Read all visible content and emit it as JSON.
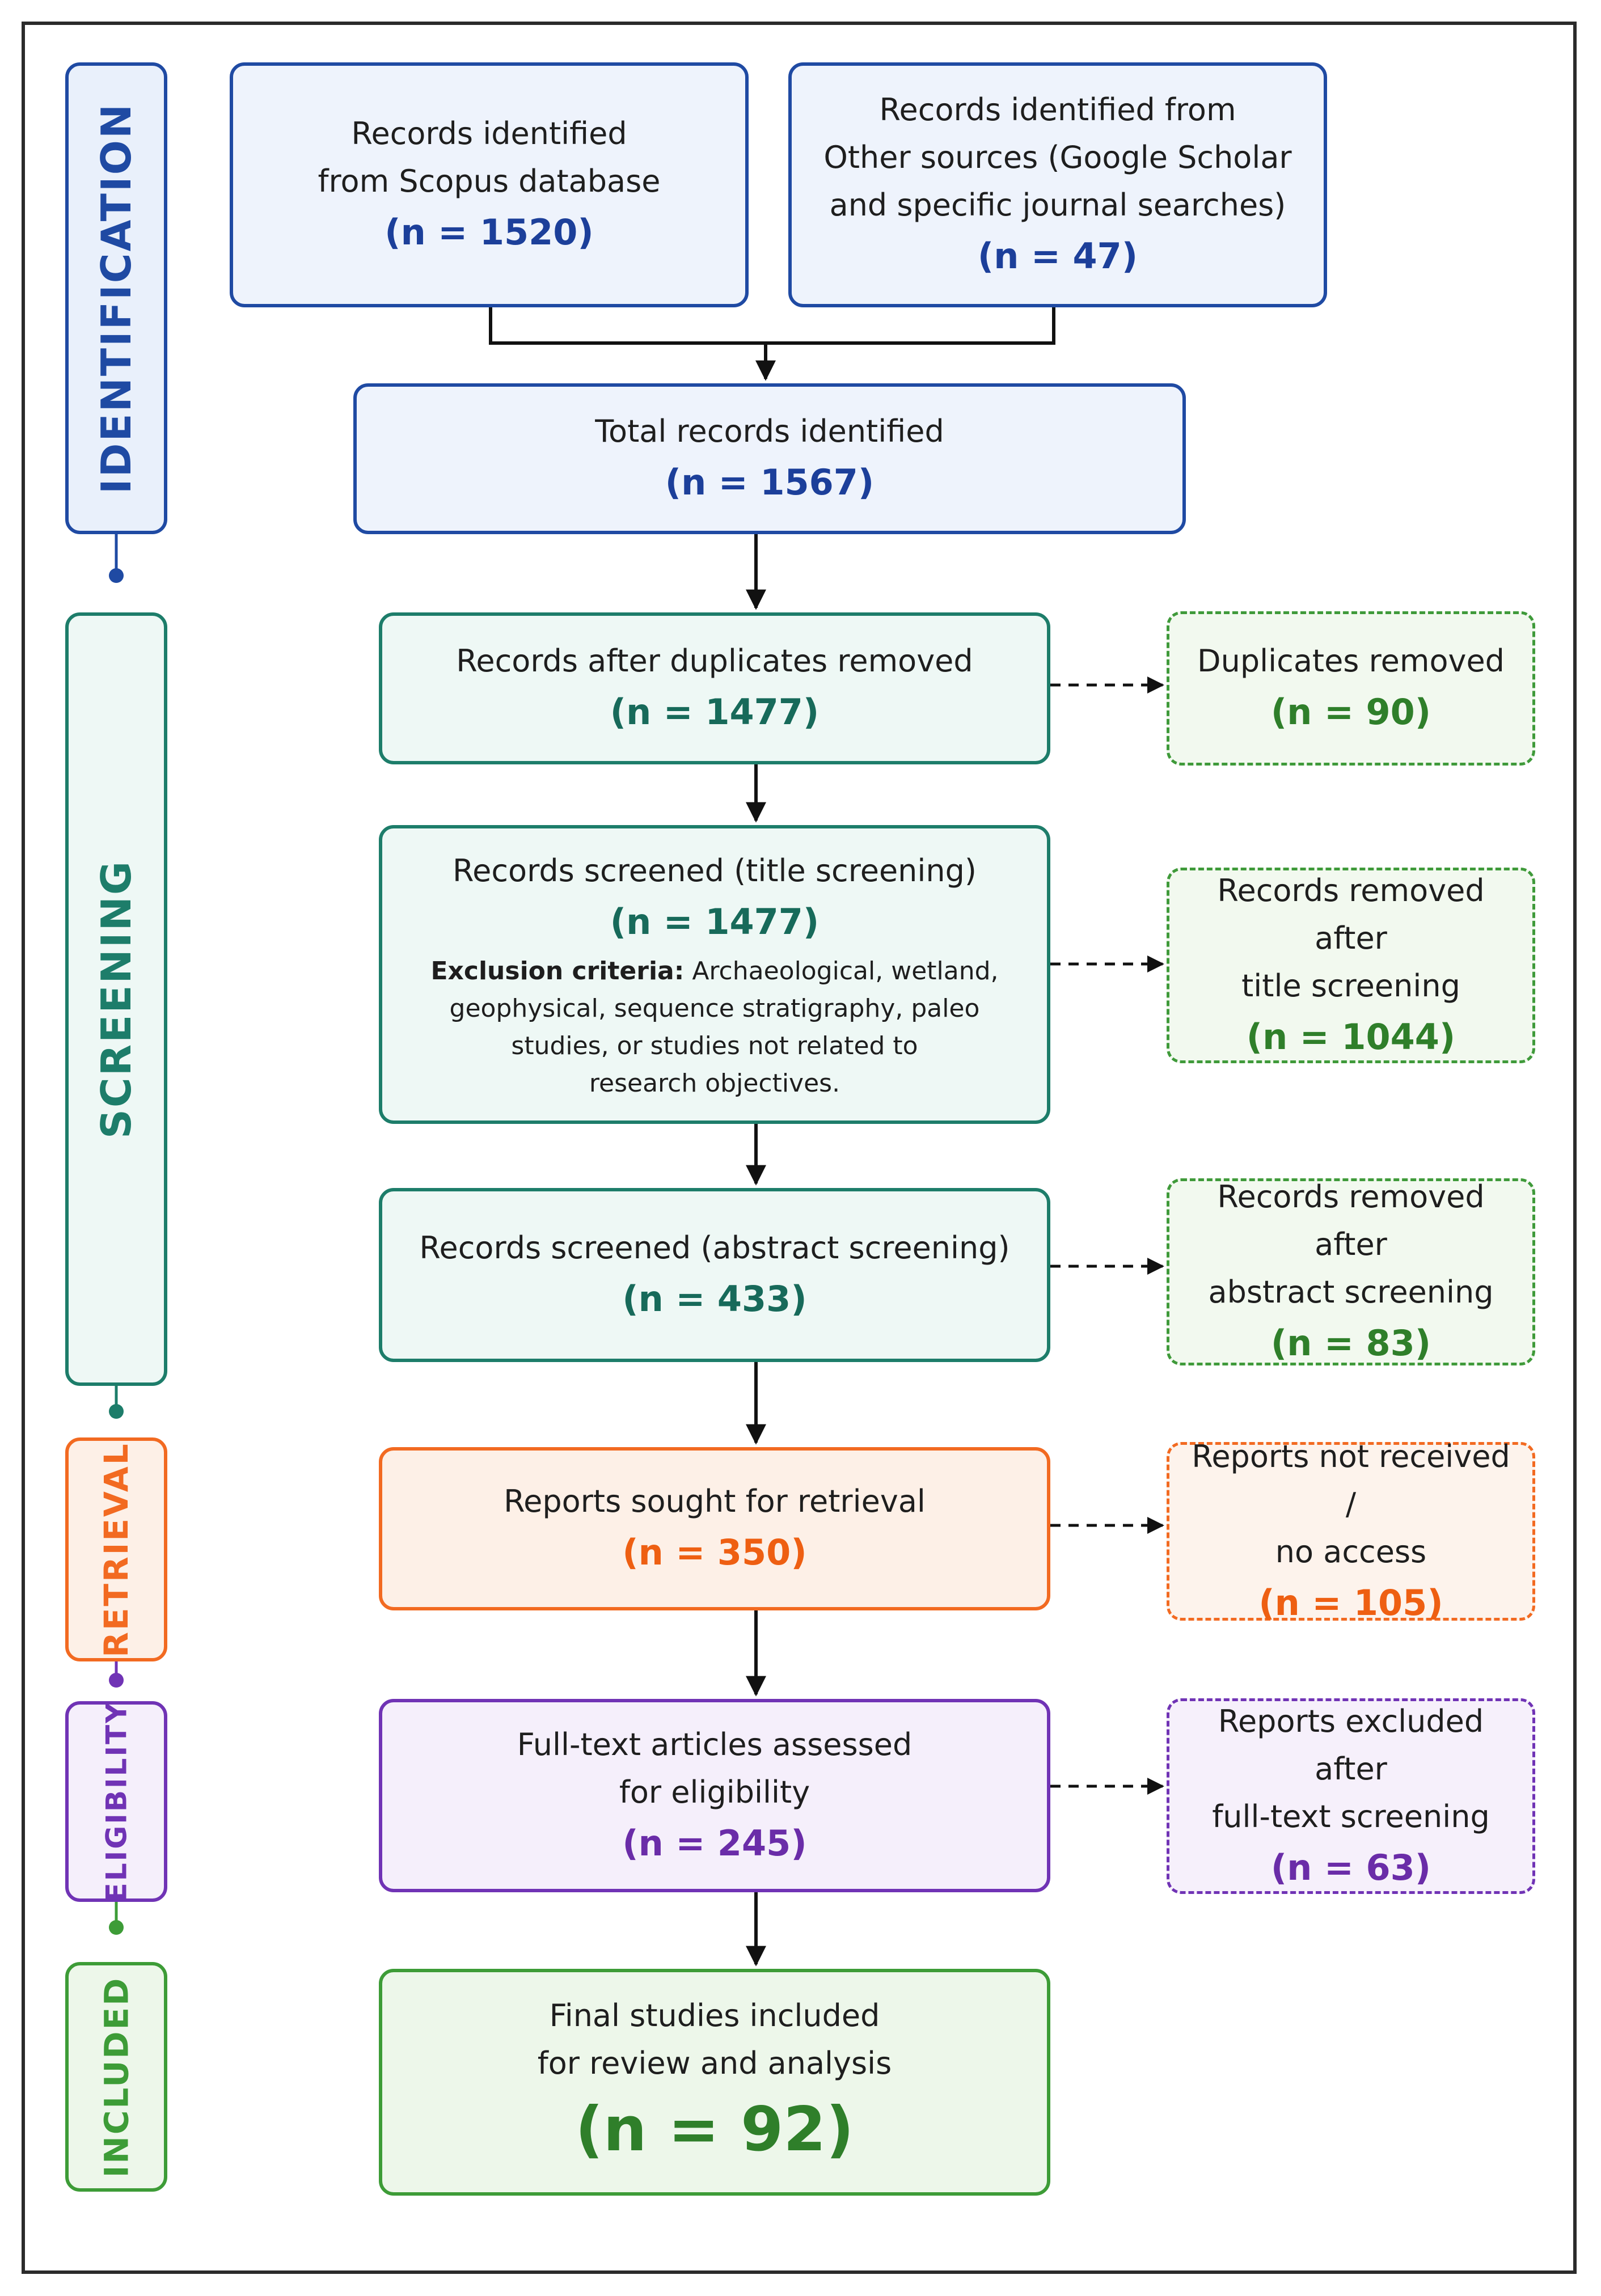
{
  "stages": [
    {
      "label": "IDENTIFICATION",
      "color": "#1f4aa3"
    },
    {
      "label": "SCREENING",
      "color": "#1d7d6a"
    },
    {
      "label": "RETRIEVAL",
      "color": "#f26a21"
    },
    {
      "label": "ELIGIBILITY",
      "color": "#7033b5"
    },
    {
      "label": "INCLUDED",
      "color": "#3d9c37"
    }
  ],
  "identification": {
    "scopus": {
      "lines": [
        "Records identified",
        "from Scopus database"
      ],
      "n": "(n = 1520)"
    },
    "other": {
      "lines": [
        "Records identified from",
        "Other sources (Google Scholar",
        "and specific journal searches)"
      ],
      "n": "(n = 47)"
    },
    "total": {
      "lines": [
        "Total records identified"
      ],
      "n": "(n = 1567)"
    }
  },
  "screening": {
    "dedup": {
      "lines": [
        "Records after duplicates removed"
      ],
      "n": "(n = 1477)"
    },
    "duplicates": {
      "lines": [
        "Duplicates removed"
      ],
      "n": "(n = 90)"
    },
    "title": {
      "lines": [
        "Records screened (title screening)"
      ],
      "n": "(n = 1477)",
      "exclusion_label": "Exclusion criteria:",
      "exclusion_text": [
        " Archaeological, wetland,",
        "geophysical, sequence stratigraphy, paleo",
        "studies, or studies not related to",
        "research objectives."
      ]
    },
    "title_removed": {
      "lines": [
        "Records removed after",
        "title screening"
      ],
      "n": "(n = 1044)"
    },
    "abstract": {
      "lines": [
        "Records screened (abstract screening)"
      ],
      "n": "(n = 433)"
    },
    "abstract_removed": {
      "lines": [
        "Records removed after",
        "abstract screening"
      ],
      "n": "(n = 83)"
    }
  },
  "retrieval": {
    "sought": {
      "lines": [
        "Reports sought for retrieval"
      ],
      "n": "(n = 350)"
    },
    "not_received": {
      "lines": [
        "Reports not received /",
        "no access"
      ],
      "n": "(n = 105)"
    }
  },
  "eligibility": {
    "assessed": {
      "lines": [
        "Full-text articles assessed",
        "for eligibility"
      ],
      "n": "(n = 245)"
    },
    "excluded": {
      "lines": [
        "Reports excluded after",
        "full-text screening"
      ],
      "n": "(n = 63)"
    }
  },
  "included": {
    "final": {
      "lines": [
        "Final studies included",
        "for review and analysis"
      ],
      "n": "(n = 92)"
    }
  }
}
